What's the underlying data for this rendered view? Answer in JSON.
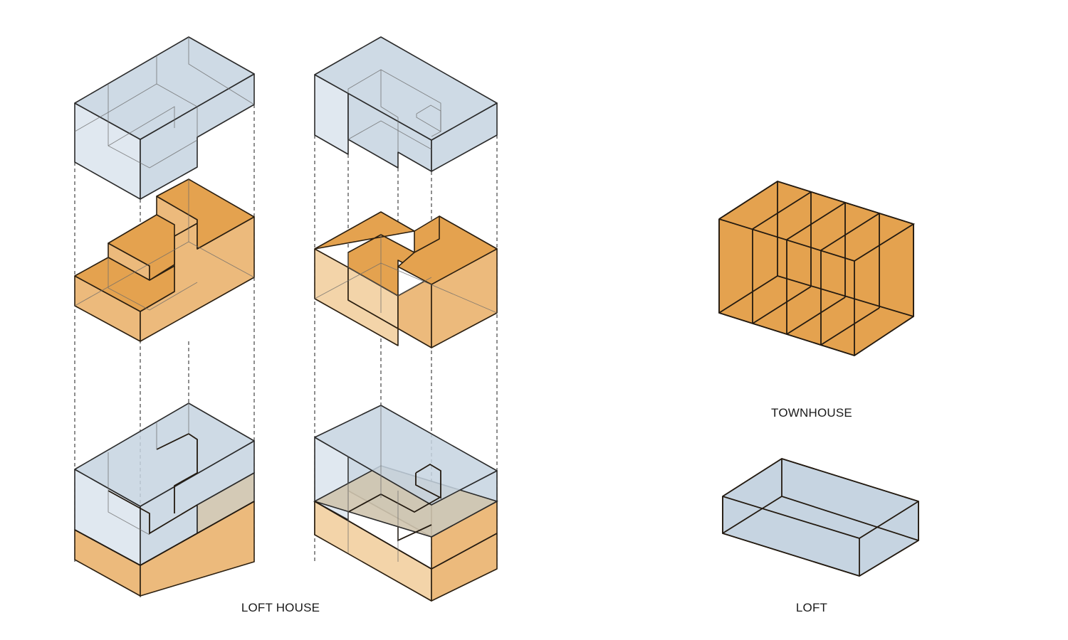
{
  "labels": {
    "loft_house": "LOFT HOUSE",
    "townhouse": "TOWNHOUSE",
    "loft": "LOFT"
  },
  "colors": {
    "loft_blue": "#c6d4e1",
    "townhouse_orange": "#e4a24f",
    "outline": "#2b2b2b"
  }
}
